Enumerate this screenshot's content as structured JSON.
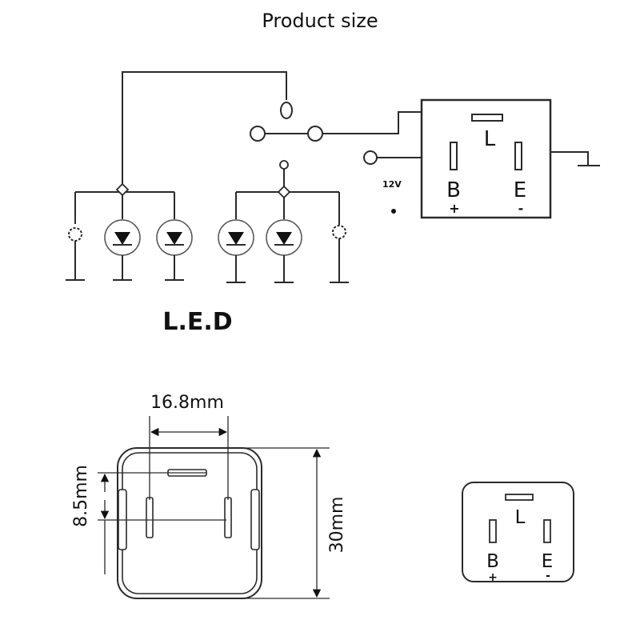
{
  "title": "Product size",
  "circuit": {
    "led_label": "L.E.D",
    "voltage_label": "12V",
    "relay": {
      "terminal_l": "L",
      "terminal_b": "B",
      "terminal_e": "E",
      "plus": "+",
      "minus": "-"
    }
  },
  "dimensions": {
    "width": "16.8mm",
    "pin_spacing": "8.5mm",
    "height": "30mm"
  },
  "pinout": {
    "terminal_l": "L",
    "terminal_b": "B",
    "terminal_e": "E",
    "plus": "+",
    "minus": "-"
  }
}
